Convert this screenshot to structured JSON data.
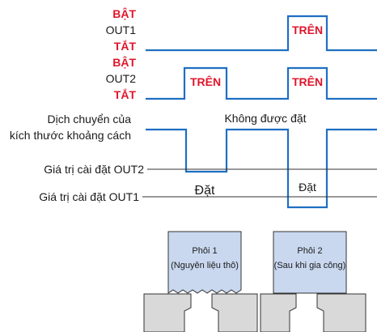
{
  "out1": {
    "on_label": "BẬT",
    "name": "OUT1",
    "off_label": "TẮT",
    "pulse_label": "TRÊN"
  },
  "out2": {
    "on_label": "BẬT",
    "name": "OUT2",
    "off_label": "TẮT",
    "pulse_label_1": "TRÊN",
    "pulse_label_2": "TRÊN"
  },
  "displacement": {
    "label_line1": "Dịch chuyển của",
    "label_line2": "kích thước khoảng cách",
    "not_set_label": "Không được đặt",
    "set_label_1": "Đặt",
    "set_label_2": "Đặt"
  },
  "thresholds": {
    "out2_label": "Giá trị cài đặt OUT2",
    "out1_label": "Giá trị cài đặt OUT1"
  },
  "workpieces": [
    {
      "name": "Phôi 1",
      "note": "(Nguyên liệu thô)"
    },
    {
      "name": "Phôi 2",
      "note": "(Sau khi gia công)"
    }
  ],
  "colors": {
    "signal": "#1f6fc2",
    "state_label": "#e0162b",
    "workpiece_fill": "#c9d8ef",
    "jig_fill": "#d9d9d9"
  }
}
